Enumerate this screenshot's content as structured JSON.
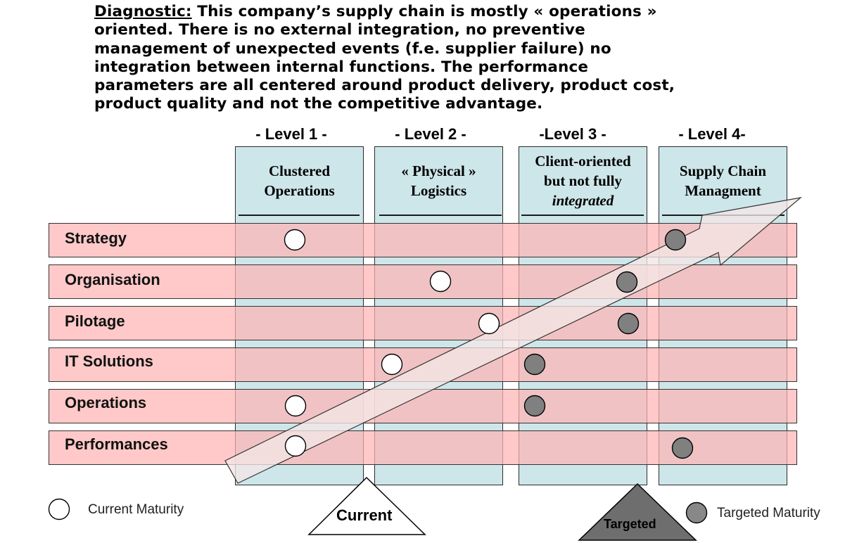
{
  "diagnostic": {
    "label": "Diagnostic:",
    "text": " This company’s supply chain is mostly « operations » oriented. There is  no external integration, no preventive management of unexpected events (f.e. supplier failure) no integration between internal functions. The performance parameters are all centered around product delivery, product cost, product quality and not the competitive advantage."
  },
  "levels": [
    {
      "title": "- Level 1 -",
      "heading": [
        "Clustered",
        "Operations"
      ]
    },
    {
      "title": "- Level 2 -",
      "heading": [
        "« Physical »",
        "Logistics"
      ]
    },
    {
      "title": "-Level 3 -",
      "heading": [
        "Client-oriented",
        "but not fully",
        "integrated"
      ]
    },
    {
      "title": "- Level 4-",
      "heading": [
        "Supply Chain",
        "Managment"
      ]
    }
  ],
  "rows": [
    {
      "label": "Strategy",
      "current_level": 1,
      "targeted_level": 4
    },
    {
      "label": "Organisation",
      "current_level": 2,
      "targeted_level": 3
    },
    {
      "label": "Pilotage",
      "current_level": 2,
      "targeted_level": 3
    },
    {
      "label": "IT Solutions",
      "current_level": 2,
      "targeted_level": 3
    },
    {
      "label": "Operations",
      "current_level": 1,
      "targeted_level": 3
    },
    {
      "label": "Performances",
      "current_level": 1,
      "targeted_level": 4
    }
  ],
  "legend": {
    "current": "Current Maturity",
    "targeted": "Targeted Maturity"
  },
  "markers": {
    "current": "Current",
    "targeted": "Targeted"
  },
  "colors": {
    "column_fill": "#cde6ea",
    "row_fill": "#ffb4b4",
    "current_dot": "#ffffff",
    "targeted_dot": "#808080",
    "arrow_fill": "#f3e6e6"
  }
}
